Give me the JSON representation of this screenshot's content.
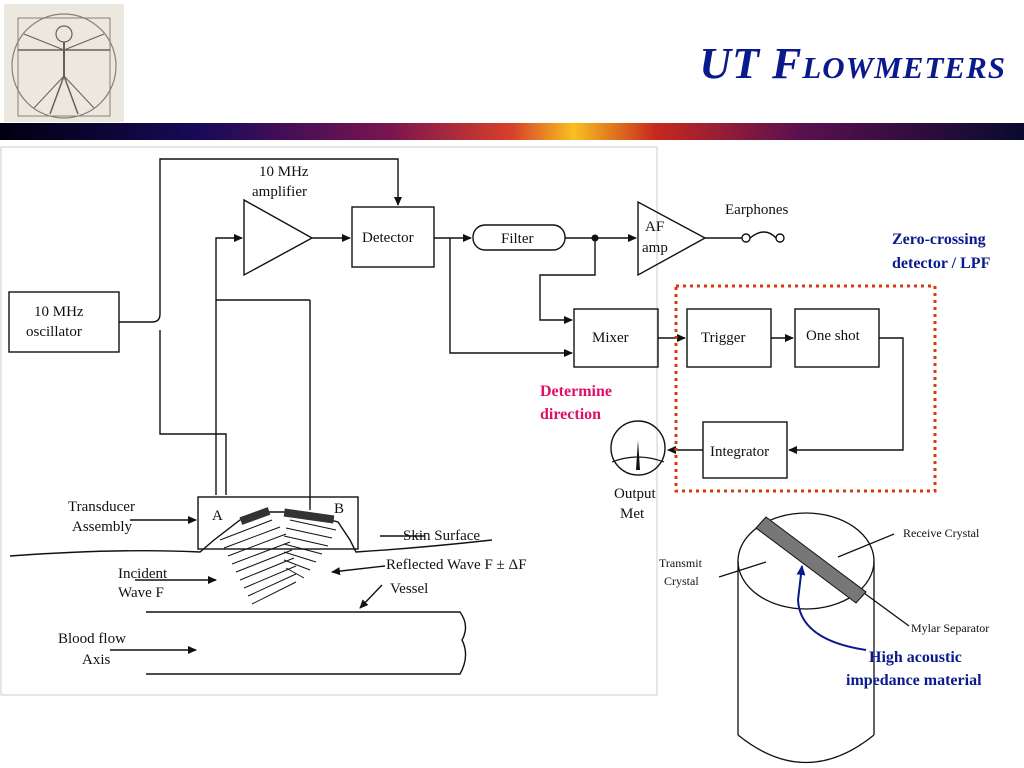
{
  "title": "UT Flowmeters",
  "diagram": {
    "oscillator": "10 MHz oscillator",
    "amplifier": "10 MHz amplifier",
    "detector": "Detector",
    "filter": "Filter",
    "af_amp": "AF amp",
    "earphones": "Earphones",
    "mixer": "Mixer",
    "trigger": "Trigger",
    "one_shot": "One shot",
    "integrator": "Integrator",
    "output_meter": "Output Met",
    "transducer_assembly": "Transducer Assembly",
    "label_a": "A",
    "label_b": "B",
    "skin_surface": "Skin Surface",
    "reflected_wave": "Reflected Wave F ± ΔF",
    "incident_wave": "Incident Wave F",
    "vessel": "Vessel",
    "blood_flow_axis": "Blood flow Axis"
  },
  "annotations": {
    "zero_crossing": "Zero-crossing detector / LPF",
    "determine_direction": "Determine direction",
    "high_acoustic": "High acoustic impedance material"
  },
  "crystal": {
    "receive": "Receive Crystal",
    "transmit": "Transmit Crystal",
    "mylar": "Mylar Separator"
  },
  "colors": {
    "title": "#0a1a8c",
    "annotation_blue": "#0a1a8c",
    "annotation_magenta": "#e0106a",
    "dotted_box": "#d83a10"
  }
}
